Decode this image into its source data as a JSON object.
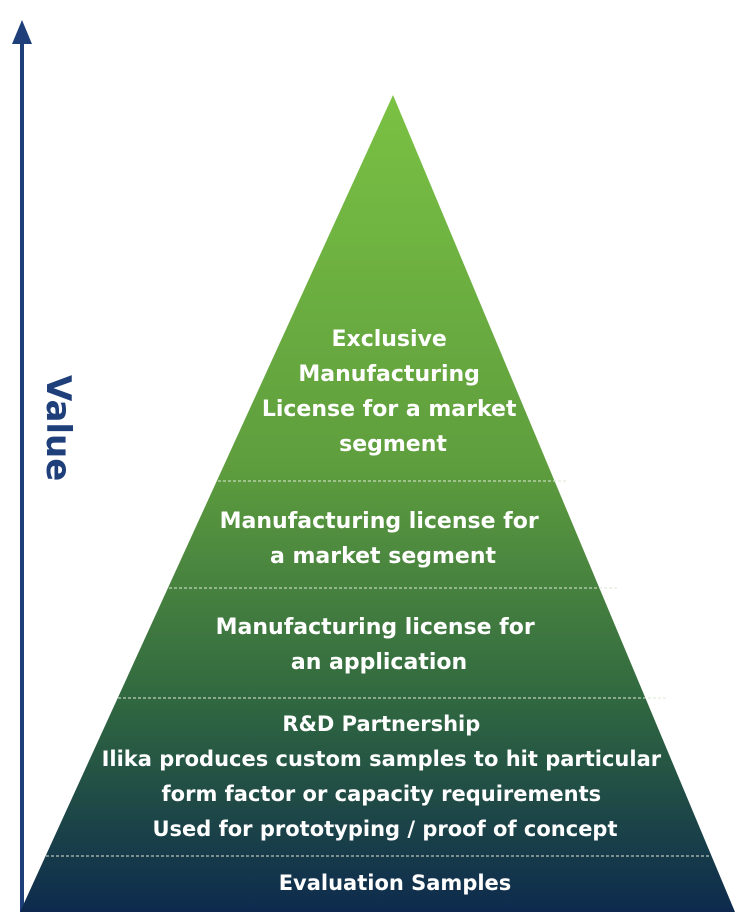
{
  "axis": {
    "label": "Value",
    "color": "#1f3f7a"
  },
  "colors": {
    "pyramid_top": "#7ac143",
    "pyramid_bottom": "#0d2a4e",
    "divider": "#d9e6d0",
    "text": "#ffffff"
  },
  "tiers": [
    {
      "id": "exclusive",
      "lines": [
        "Exclusive",
        "Manufacturing",
        "License for a market",
        "segment"
      ]
    },
    {
      "id": "market-segment",
      "lines": [
        "Manufacturing license for",
        "a market segment"
      ]
    },
    {
      "id": "application",
      "lines": [
        "Manufacturing license for",
        "an application"
      ]
    },
    {
      "id": "rnd",
      "lines": [
        "R&D Partnership",
        "Ilika produces custom samples to hit particular",
        "form factor or capacity requirements",
        "Used for prototyping / proof of concept"
      ]
    },
    {
      "id": "evaluation",
      "lines": [
        "Evaluation Samples"
      ]
    }
  ]
}
